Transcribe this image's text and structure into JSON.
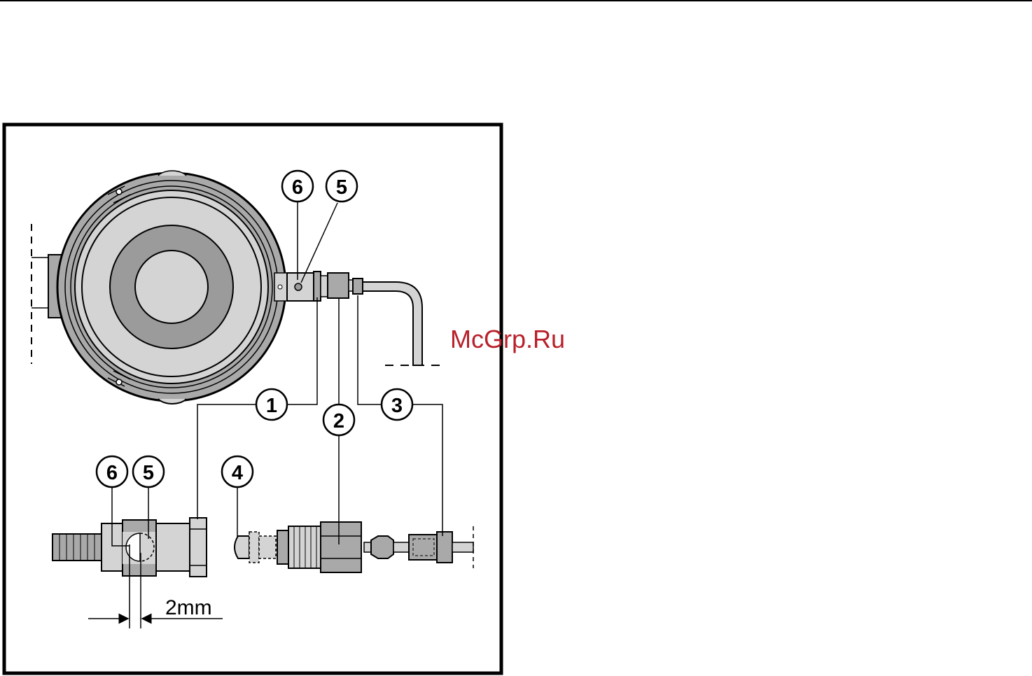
{
  "callouts": [
    "1",
    "2",
    "3",
    "4",
    "5",
    "6"
  ],
  "dimension": "2mm",
  "watermark": "McGrp.Ru",
  "colors": {
    "body": "#a9a9a9",
    "light": "#d4d4d4",
    "dark": "#9b9b9b",
    "watermark": "#b8202a"
  }
}
